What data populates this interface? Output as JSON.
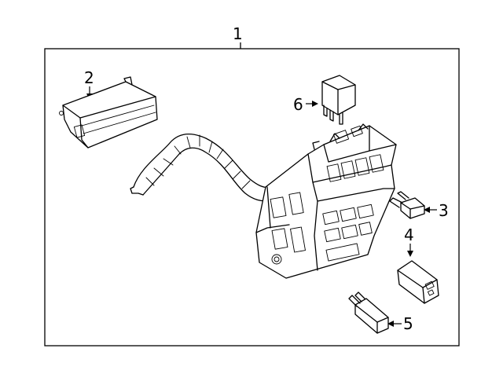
{
  "diagram": {
    "callouts": [
      {
        "id": "callout-1",
        "label": "1"
      },
      {
        "id": "callout-2",
        "label": "2"
      },
      {
        "id": "callout-3",
        "label": "3"
      },
      {
        "id": "callout-4",
        "label": "4"
      },
      {
        "id": "callout-5",
        "label": "5"
      },
      {
        "id": "callout-6",
        "label": "6"
      }
    ],
    "parts": [
      {
        "name": "fuse-box-assembly",
        "callout": "1"
      },
      {
        "name": "fuse-box-cover",
        "callout": "2"
      },
      {
        "name": "mini-fuse",
        "callout": "3"
      },
      {
        "name": "micro-relay",
        "callout": "4"
      },
      {
        "name": "cartridge-fuse",
        "callout": "5"
      },
      {
        "name": "relay",
        "callout": "6"
      }
    ],
    "colors": {
      "line": "#000000",
      "background": "#ffffff"
    }
  }
}
